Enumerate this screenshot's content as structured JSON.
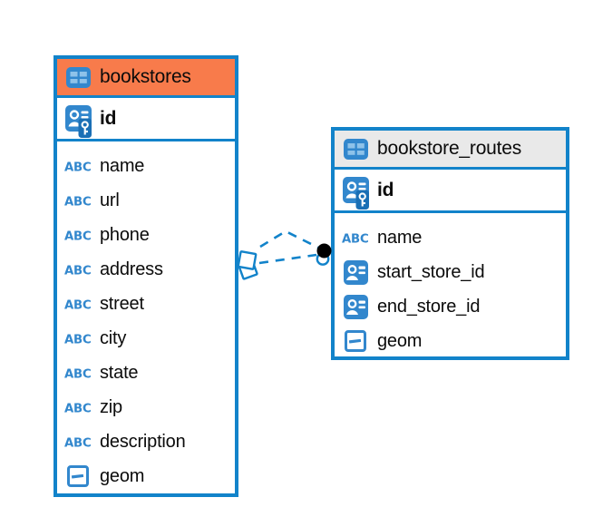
{
  "colors": {
    "accent_blue": "#1283CA",
    "icon_blue": "#3287CD",
    "icon_badge_blue": "#1A6FB5",
    "icon_cell_blue": "#8EC2E9",
    "header_orange": "#F87B4B",
    "header_gray": "#E9E9E9",
    "text": "#0B0B0B",
    "background": "#FFFFFF",
    "connector_dot_black": "#000000"
  },
  "tables": {
    "bookstores": {
      "title": "bookstores",
      "title_icon": "table-icon",
      "primary_key": {
        "label": "id",
        "icon": "primary-key-icon"
      },
      "fields": [
        {
          "label": "name",
          "icon": "text-icon"
        },
        {
          "label": "url",
          "icon": "text-icon"
        },
        {
          "label": "phone",
          "icon": "text-icon"
        },
        {
          "label": "address",
          "icon": "text-icon"
        },
        {
          "label": "street",
          "icon": "text-icon"
        },
        {
          "label": "city",
          "icon": "text-icon"
        },
        {
          "label": "state",
          "icon": "text-icon"
        },
        {
          "label": "zip",
          "icon": "text-icon"
        },
        {
          "label": "description",
          "icon": "text-icon"
        },
        {
          "label": "geom",
          "icon": "geometry-icon"
        }
      ]
    },
    "bookstore_routes": {
      "title": "bookstore_routes",
      "title_icon": "table-icon",
      "primary_key": {
        "label": "id",
        "icon": "primary-key-icon"
      },
      "fields": [
        {
          "label": "name",
          "icon": "text-icon"
        },
        {
          "label": "start_store_id",
          "icon": "foreign-key-icon"
        },
        {
          "label": "end_store_id",
          "icon": "foreign-key-icon"
        },
        {
          "label": "geom",
          "icon": "geometry-icon"
        }
      ]
    }
  },
  "connector": {
    "style": "dashed",
    "line_count": 2,
    "source_marker": "stacked-squares",
    "target_marker": "stacked-dots"
  }
}
